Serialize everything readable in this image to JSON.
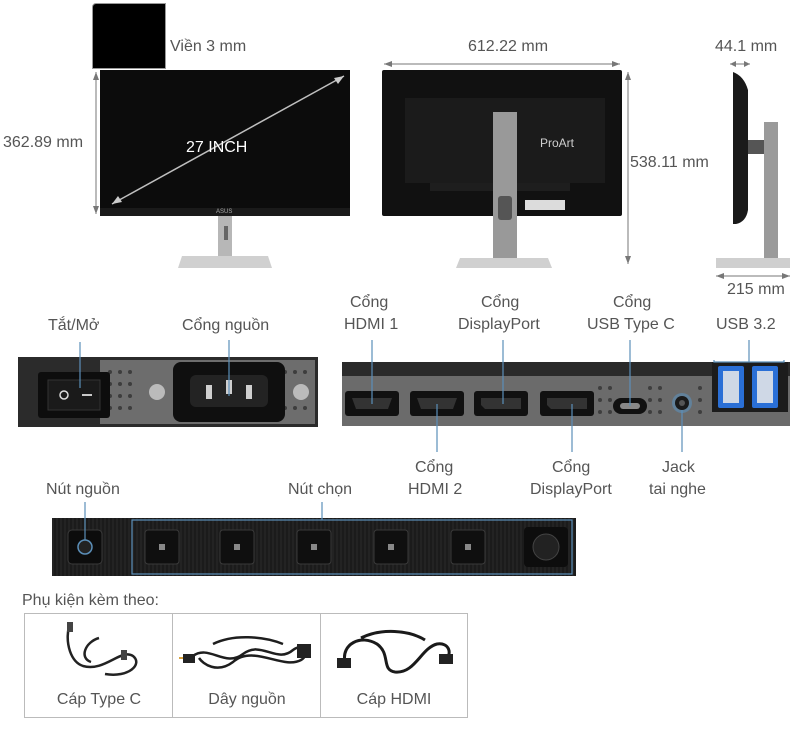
{
  "dimensions": {
    "bezel": "Viền 3 mm",
    "width": "612.22 mm",
    "depth": "44.1 mm",
    "height_no_stand": "362.89 mm",
    "height_total": "538.11 mm",
    "base_depth": "215 mm",
    "screen_size": "27 INCH"
  },
  "brand": {
    "logo": "ProArt",
    "front_logo": "ASUS"
  },
  "power_panel": {
    "switch": "Tắt/Mở",
    "power_port": "Cổng nguồn"
  },
  "io_panel": {
    "hdmi1": [
      "Cổng",
      "HDMI 1"
    ],
    "displayport1": [
      "Cổng",
      "DisplayPort"
    ],
    "usbc": [
      "Cổng",
      "USB Type C"
    ],
    "usb32": "USB 3.2",
    "hdmi2": [
      "Cổng",
      "HDMI 2"
    ],
    "displayport2": [
      "Cổng",
      "DisplayPort"
    ],
    "jack": [
      "Jack",
      "tai nghe"
    ]
  },
  "buttons_panel": {
    "power_button": "Nút nguồn",
    "select_buttons": "Nút chọn"
  },
  "accessories": {
    "heading": "Phụ kiện kèm theo:",
    "items": [
      "Cáp Type C",
      "Dây nguồn",
      "Cáp HDMI"
    ]
  },
  "colors": {
    "line": "#5b8fb9",
    "panel": "#1d1d1d",
    "metal": "#9a9a9a"
  }
}
